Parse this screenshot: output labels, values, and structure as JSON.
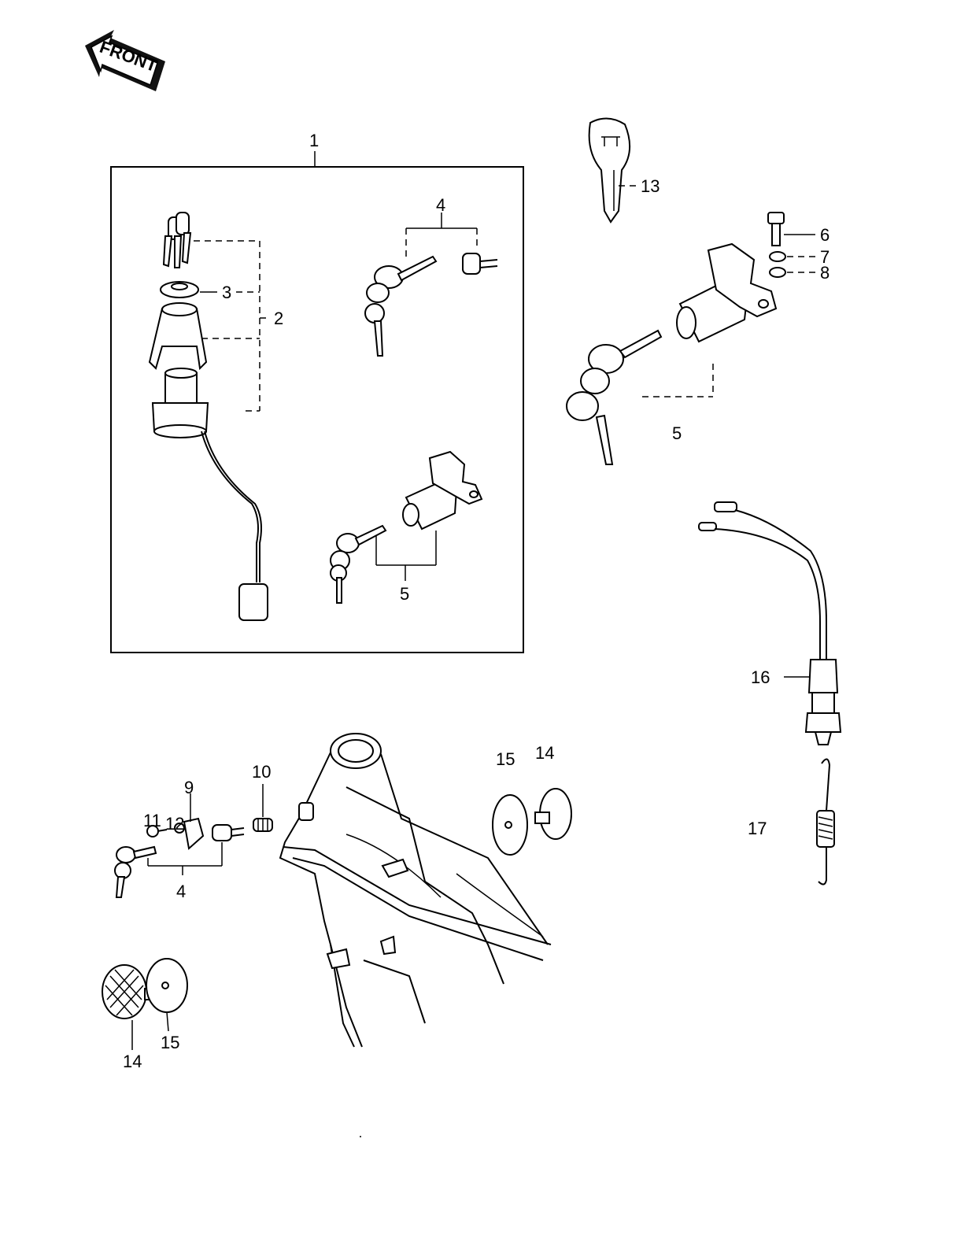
{
  "front_badge": "FRONT",
  "callouts": {
    "c1": "1",
    "c2": "2",
    "c3": "3",
    "c4_top": "4",
    "c4_bottom": "4",
    "c5_inner": "5",
    "c5_outer": "5",
    "c6": "6",
    "c7": "7",
    "c8": "8",
    "c9": "9",
    "c10": "10",
    "c11": "11",
    "c12": "12",
    "c13": "13",
    "c14_right": "14",
    "c14_left": "14",
    "c15_right": "15",
    "c15_left": "15",
    "c16": "16",
    "c17": "17"
  }
}
